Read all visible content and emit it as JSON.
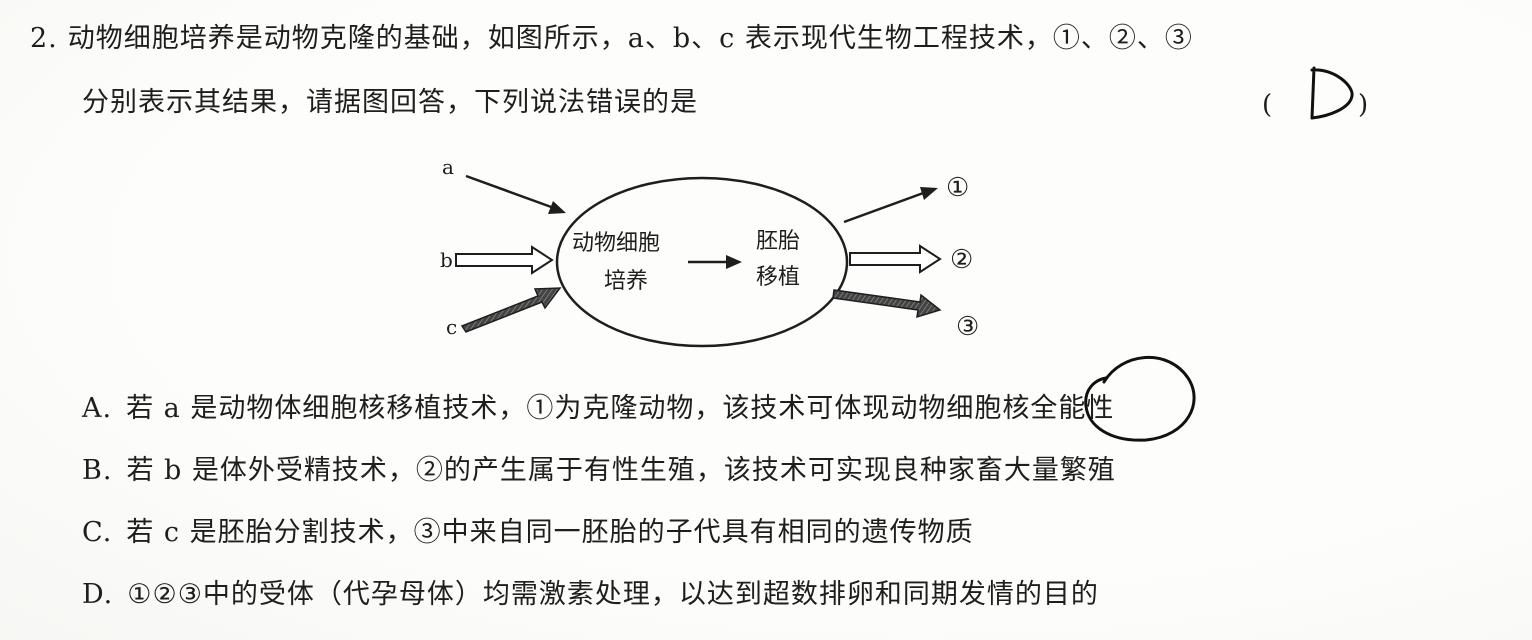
{
  "question": {
    "number": "2.",
    "stem_line1": "动物细胞培养是动物克隆的基础，如图所示，a、b、c 表示现代生物工程技术，①、②、③",
    "stem_line2": "分别表示其结果，请据图回答，下列说法错误的是",
    "paren_open": "(",
    "paren_close": ")",
    "handwritten_answer": "D"
  },
  "diagram": {
    "input_a": "a",
    "input_b": "b",
    "input_c": "c",
    "box1_line1": "动物细胞",
    "box1_line2": "培养",
    "box2_line1": "胚胎",
    "box2_line2": "移植",
    "output_1": "①",
    "output_2": "②",
    "output_3": "③"
  },
  "options": [
    {
      "key": "A.",
      "text": "若 a 是动物体细胞核移植技术，①为克隆动物，该技术可体现动物细胞核全能性"
    },
    {
      "key": "B.",
      "text": "若 b 是体外受精技术，②的产生属于有性生殖，该技术可实现良种家畜大量繁殖"
    },
    {
      "key": "C.",
      "text": "若 c 是胚胎分割技术，③中来自同一胚胎的子代具有相同的遗传物质"
    },
    {
      "key": "D.",
      "text": "①②③中的受体（代孕母体）均需激素处理，以达到超数排卵和同期发情的目的"
    }
  ],
  "colors": {
    "ink": "#1e1e1e",
    "hand_ink": "#111111",
    "paper": "#fdfdfb"
  }
}
